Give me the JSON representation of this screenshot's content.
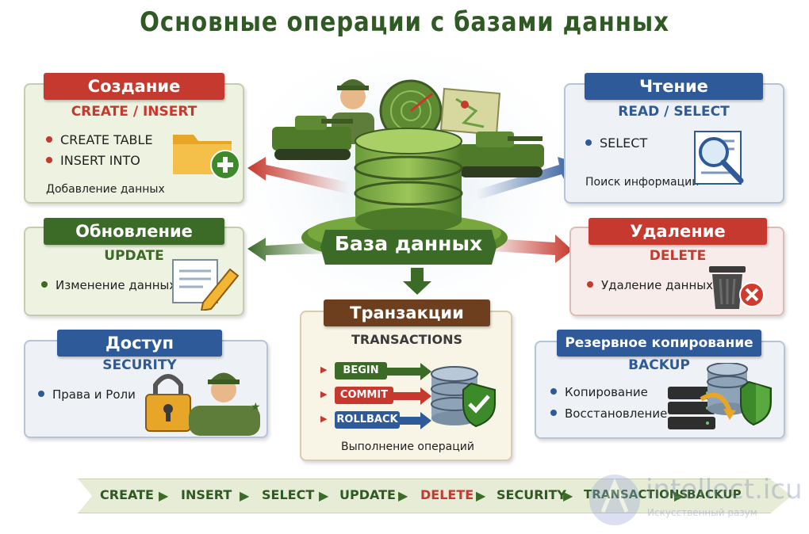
{
  "title": "Основные операции с базами данных",
  "center": {
    "label": "База данных"
  },
  "cards": {
    "create": {
      "header": "Создание",
      "sub": "CREATE / INSERT",
      "items": [
        "CREATE TABLE",
        "INSERT INTO"
      ],
      "caption": "Добавление данных"
    },
    "read": {
      "header": "Чтение",
      "sub": "READ / SELECT",
      "items": [
        "SELECT"
      ],
      "caption": "Поиск информации"
    },
    "update": {
      "header": "Обновление",
      "sub": "UPDATE",
      "items": [
        "Изменение данных"
      ]
    },
    "delete": {
      "header": "Удаление",
      "sub": "DELETE",
      "items": [
        "Удаление данных"
      ]
    },
    "security": {
      "header": "Доступ",
      "sub": "SECURITY",
      "items": [
        "Права и Роли"
      ]
    },
    "transactions": {
      "header": "Транзакции",
      "sub": "TRANSACTIONS",
      "buttons": [
        "BEGIN",
        "COMMIT",
        "ROLLBACK"
      ],
      "caption": "Выполнение операций"
    },
    "backup": {
      "header": "Резервное копирование",
      "sub": "BACKUP",
      "items": [
        "Копирование",
        "Восстановление"
      ]
    }
  },
  "flow": [
    "CREATE",
    "INSERT",
    "SELECT",
    "UPDATE",
    "DELETE",
    "SECURITY",
    "TRANSACTIONS",
    "BACKUP"
  ],
  "watermark": {
    "name": "intellect.icu",
    "tagline": "Искусственный разум"
  },
  "colors": {
    "red": "#c5392e",
    "green": "#3c6b27",
    "blue": "#2f5a99",
    "brown": "#6d3f1f"
  }
}
